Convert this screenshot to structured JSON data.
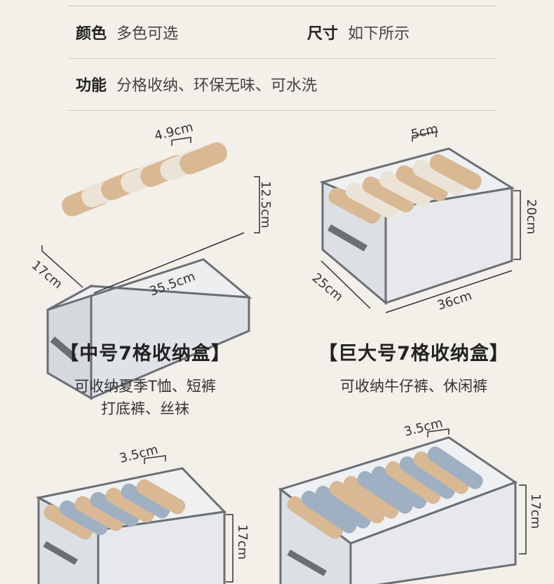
{
  "specs": {
    "color_label": "颜色",
    "color_value": "多色可选",
    "size_label": "尺寸",
    "size_value": "如下所示",
    "function_label": "功能",
    "function_value": "分格收纳、环保无味、可水洗"
  },
  "products": [
    {
      "title": "【中号7格收纳盒】",
      "desc_lines": [
        "可收纳夏季T恤、短裤",
        "打底裤、丝袜"
      ],
      "dims": {
        "slot": "4.9cm",
        "height": "12.5cm",
        "depth": "17cm",
        "width": "35.5cm"
      }
    },
    {
      "title": "【巨大号7格收纳盒】",
      "desc_lines": [
        "可收纳牛仔裤、休闲裤"
      ],
      "dims": {
        "slot": "5cm",
        "height": "20cm",
        "depth": "25cm",
        "width": "36cm"
      }
    },
    {
      "dims": {
        "slot": "3.5cm",
        "height": "17cm"
      }
    },
    {
      "dims": {
        "slot": "3.5cm",
        "height": "17cm"
      }
    }
  ],
  "colors": {
    "background": "#f3efe9",
    "box": "#e3e5e8",
    "trim": "#6b6f75",
    "roll_tan": "#d9b894",
    "roll_cream": "#ebe4d6",
    "roll_blue": "#9fb0c2"
  }
}
